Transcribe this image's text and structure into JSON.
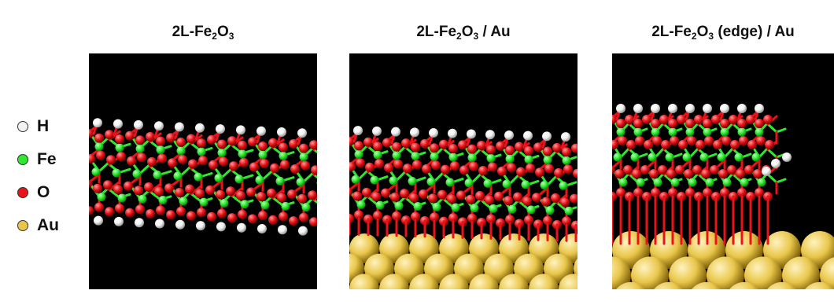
{
  "legend": {
    "items": [
      {
        "label": "H",
        "color": "#f2f2f2"
      },
      {
        "label": "Fe",
        "color": "#2ee82e"
      },
      {
        "label": "O",
        "color": "#e8141a"
      },
      {
        "label": "Au",
        "color": "#e9c64a"
      }
    ]
  },
  "panels": [
    {
      "title_pre": "2L-Fe",
      "sub1": "2",
      "mid": "O",
      "sub2": "3",
      "title_post": ""
    },
    {
      "title_pre": "2L-Fe",
      "sub1": "2",
      "mid": "O",
      "sub2": "3",
      "title_post": " / Au"
    },
    {
      "title_pre": "2L-Fe",
      "sub1": "2",
      "mid": "O",
      "sub2": "3",
      "title_post": " (edge) / Au"
    }
  ],
  "colors": {
    "background": "#000000",
    "hydrogen": "#f2f2f2",
    "iron": "#2ee82e",
    "oxygen": "#e8141a",
    "gold": "#e9c64a"
  }
}
